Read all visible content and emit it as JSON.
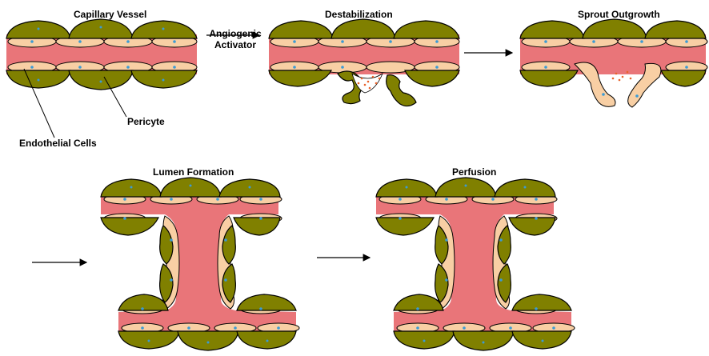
{
  "labels": {
    "capillary_vessel": "Capillary Vessel",
    "angiogenic_activator_line1": "Angiogenic",
    "angiogenic_activator_line2": "Activator",
    "destabilization": "Destabilization",
    "sprout_outgrowth": "Sprout Outgrowth",
    "pericyte": "Pericyte",
    "endothelial_cells": "Endothelial Cells",
    "lumen_formation": "Lumen Formation",
    "perfusion": "Perfusion"
  },
  "colors": {
    "lumen": "#E97579",
    "pericyte": "#808000",
    "endothelial": "#F8CFA4",
    "nucleus": "#3B9BD5",
    "dots": "#2E8B57",
    "factor": "#E8632B",
    "outline": "#000000"
  }
}
